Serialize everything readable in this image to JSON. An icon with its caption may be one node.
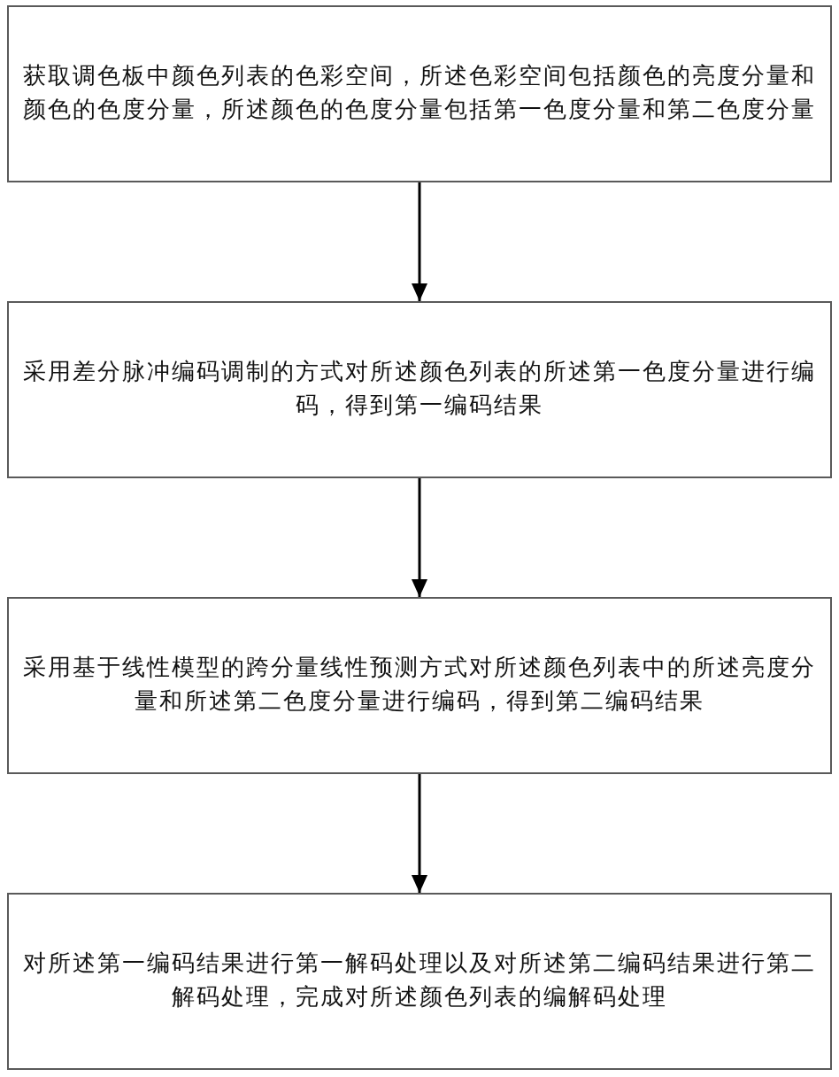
{
  "diagram": {
    "nodes": [
      {
        "text": [
          "获取调色板中颜色列表的色彩空间，所述色彩空间包括颜色的亮度分量和颜色的色度分量，所述颜色的色度分量包括第一色度分量和第二色度分量"
        ]
      },
      {
        "text": [
          "采用差分脉冲编码调制的方式对所述颜色列表的所述第一色度分量进行编码，得到第一编码结果"
        ]
      },
      {
        "text": [
          "采用基于线性模型的跨分量线性预测方式对所述颜色列表中的所述亮度分量和所述第二色度分量进行编码，得到第二编码结果"
        ]
      },
      {
        "text": [
          "对所述第一编码结果进行第一解码处理以及对所述第二编码结果进行第二解码处理，完成对所述颜色列表的编解码处理"
        ]
      }
    ],
    "edges": [
      {
        "from": 0,
        "to": 1,
        "arrow": "to"
      },
      {
        "from": 1,
        "to": 2,
        "arrow": "to"
      },
      {
        "from": 2,
        "to": 3,
        "arrow": "to"
      }
    ]
  }
}
